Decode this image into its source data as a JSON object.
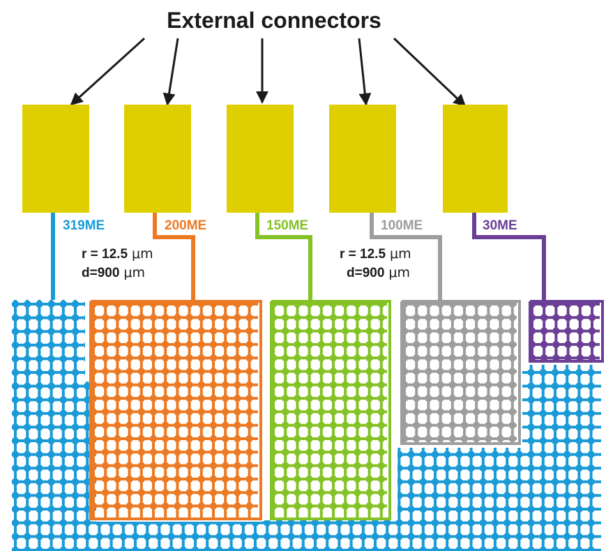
{
  "title": "External connectors",
  "colors": {
    "connector_fill": "#e0cf00",
    "arrow": "#1a1a1a",
    "text": "#1a1a1a",
    "blue": "#1a9ad6",
    "orange": "#ec7a24",
    "green": "#84c226",
    "gray": "#9d9d9d",
    "purple": "#6b3f96"
  },
  "connectors": [
    {
      "id": "319ME",
      "label": "319ME",
      "color": "#1a9ad6"
    },
    {
      "id": "200ME",
      "label": "200ME",
      "color": "#ec7a24"
    },
    {
      "id": "150ME",
      "label": "150ME",
      "color": "#84c226"
    },
    {
      "id": "100ME",
      "label": "100ME",
      "color": "#9d9d9d"
    },
    {
      "id": "30ME",
      "label": "30ME",
      "color": "#6b3f96"
    }
  ],
  "annotations": [
    {
      "r_label": "r = 12.5",
      "r_unit": "μm",
      "d_label": "d=900",
      "d_unit": "μm"
    },
    {
      "r_label": "r = 12.5",
      "r_unit": "μm",
      "d_label": "d=900",
      "d_unit": "μm"
    }
  ]
}
